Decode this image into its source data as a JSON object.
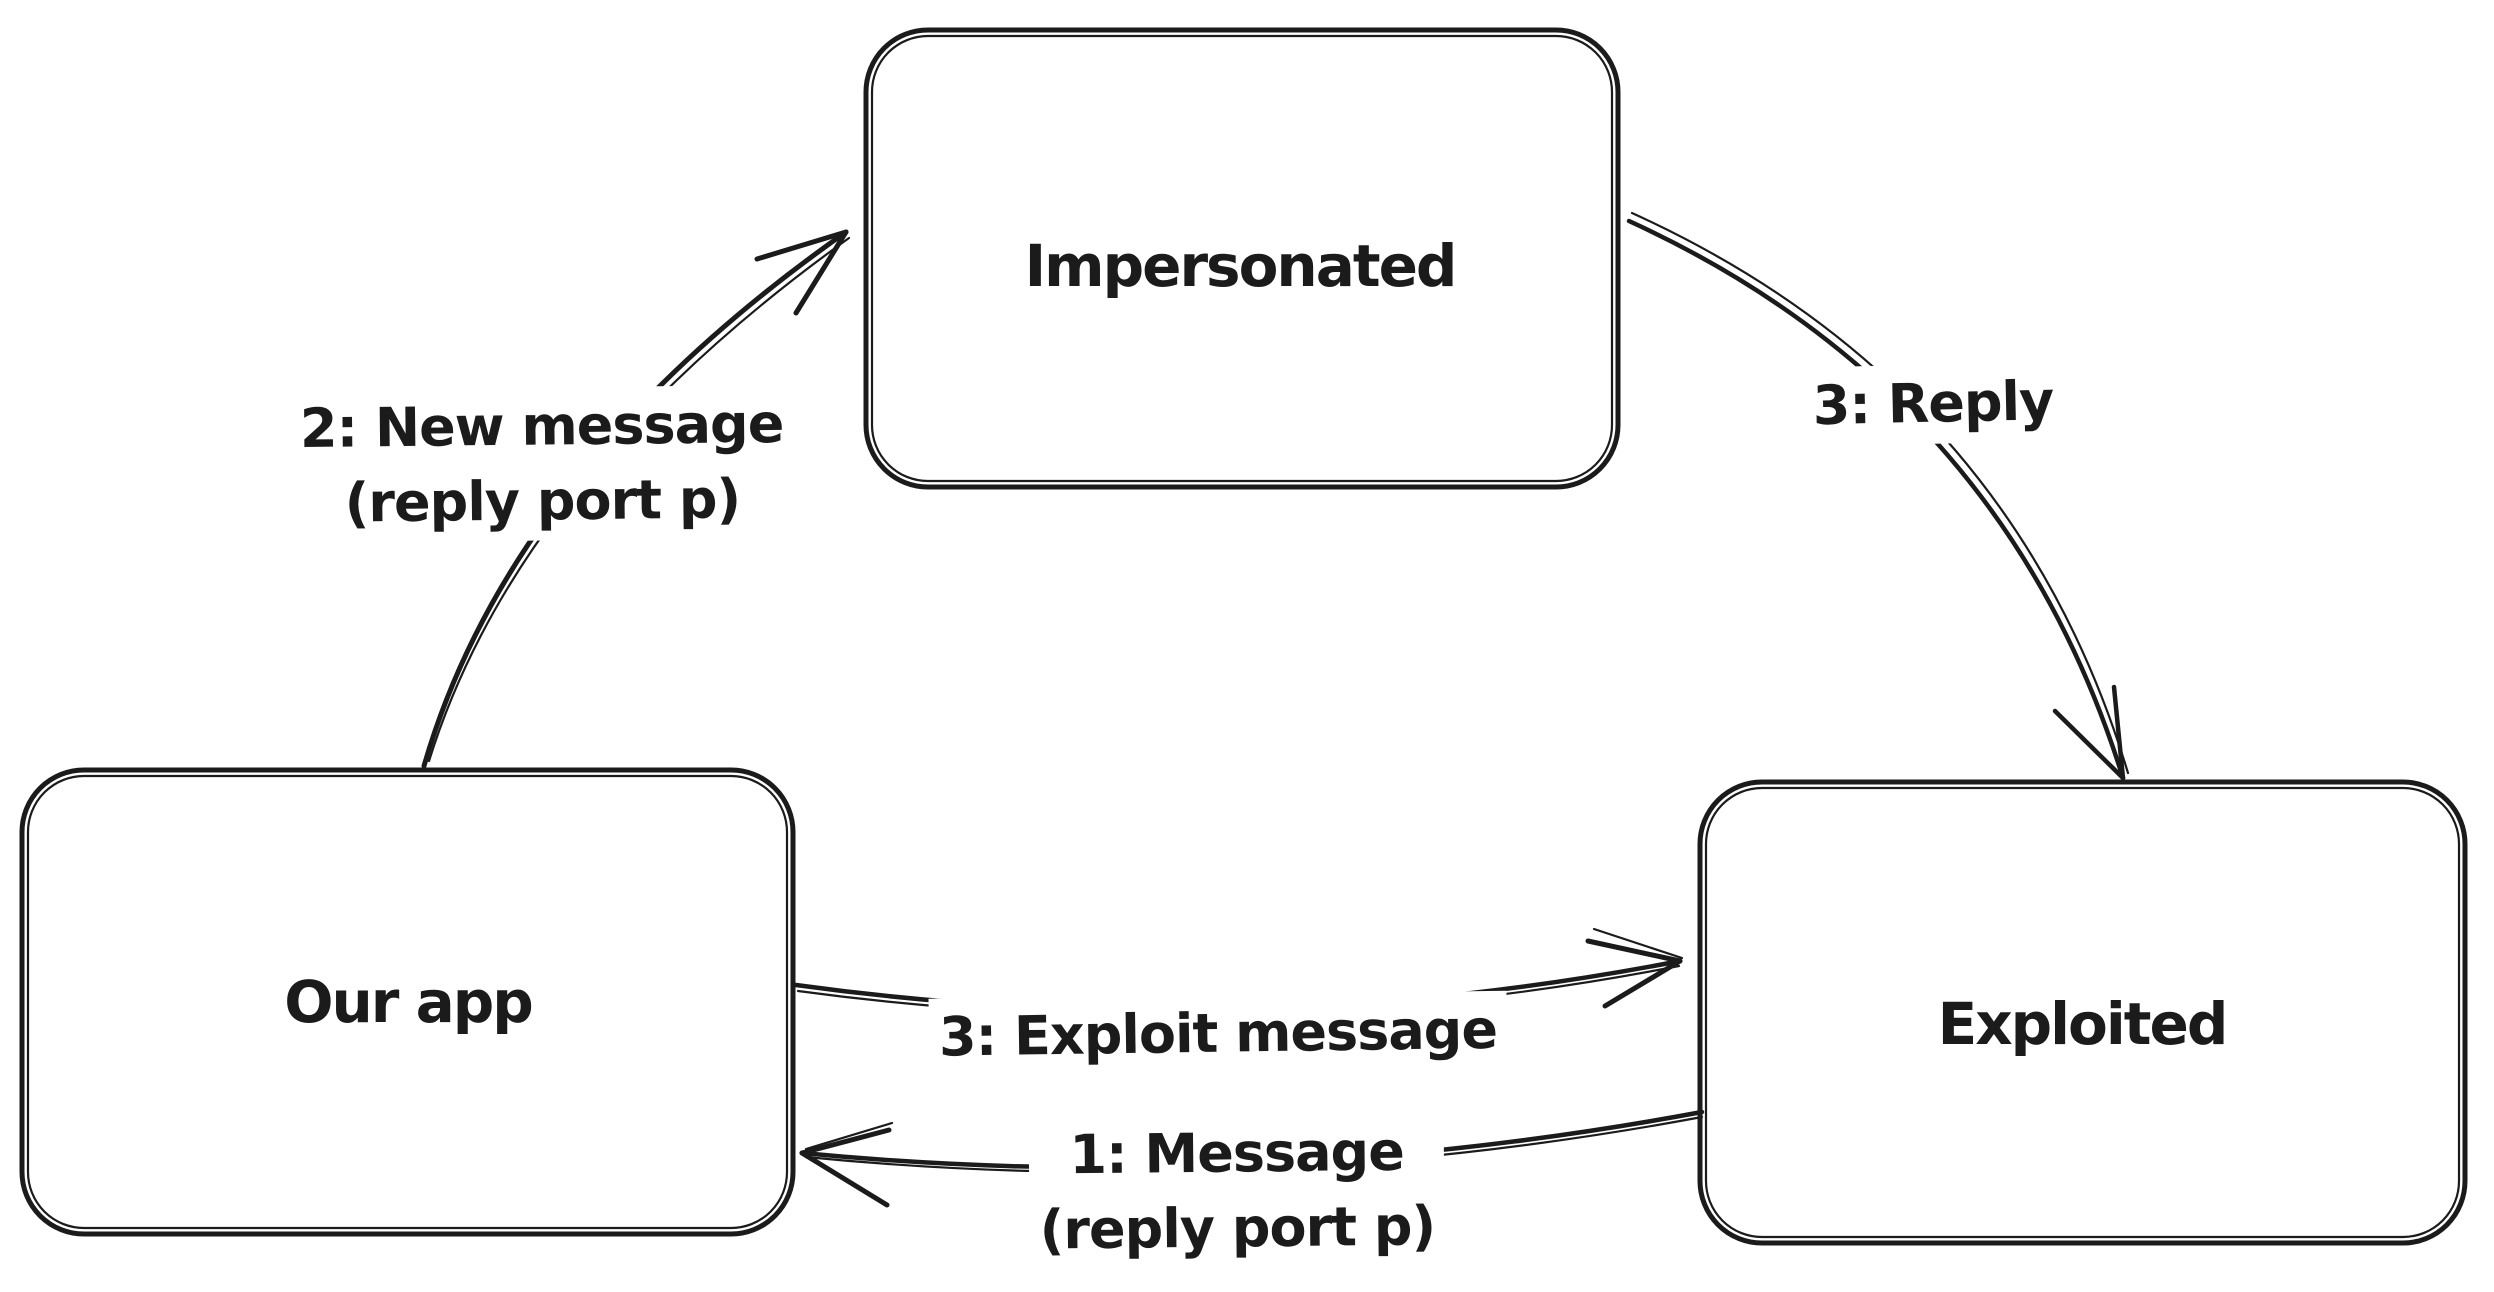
{
  "diagram": {
    "background_color": "#ffffff",
    "stroke_color": "#1b1b1b",
    "style": "hand-drawn-sketch",
    "nodes": [
      {
        "id": "impersonated",
        "label": "Impersonated"
      },
      {
        "id": "our-app",
        "label": "Our app"
      },
      {
        "id": "exploited",
        "label": "Exploited"
      }
    ],
    "edges": [
      {
        "id": "new-message",
        "from": "our-app",
        "to": "impersonated",
        "label_line1": "2: New message",
        "label_line2": "(reply port p)"
      },
      {
        "id": "reply",
        "from": "impersonated",
        "to": "exploited",
        "label_line1": "3: Reply"
      },
      {
        "id": "exploit-message",
        "from": "our-app",
        "to": "exploited",
        "label_line1": "3: Exploit message"
      },
      {
        "id": "message",
        "from": "exploited",
        "to": "our-app",
        "label_line1": "1: Message",
        "label_line2": "(reply port p)"
      }
    ]
  }
}
